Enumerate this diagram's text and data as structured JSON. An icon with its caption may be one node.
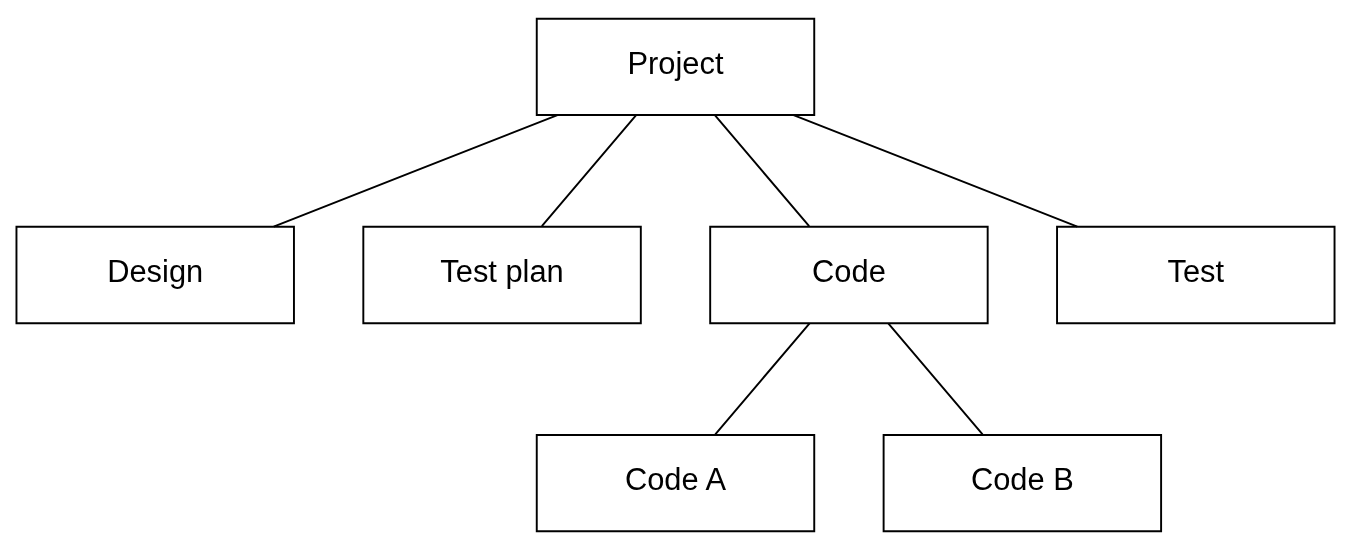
{
  "diagram": {
    "nodes": [
      {
        "text": [
          "Project"
        ]
      },
      {
        "text": [
          "Design"
        ]
      },
      {
        "text": [
          "Test plan"
        ]
      },
      {
        "text": [
          "Code"
        ]
      },
      {
        "text": [
          "Test"
        ]
      },
      {
        "text": [
          "Code A"
        ]
      },
      {
        "text": [
          "Code B"
        ]
      }
    ],
    "edges": [
      {
        "from": 0,
        "to": 1,
        "arrow": "none"
      },
      {
        "from": 0,
        "to": 2,
        "arrow": "none"
      },
      {
        "from": 0,
        "to": 3,
        "arrow": "none"
      },
      {
        "from": 0,
        "to": 4,
        "arrow": "none"
      },
      {
        "from": 3,
        "to": 5,
        "arrow": "none"
      },
      {
        "from": 3,
        "to": 6,
        "arrow": "none"
      }
    ]
  }
}
